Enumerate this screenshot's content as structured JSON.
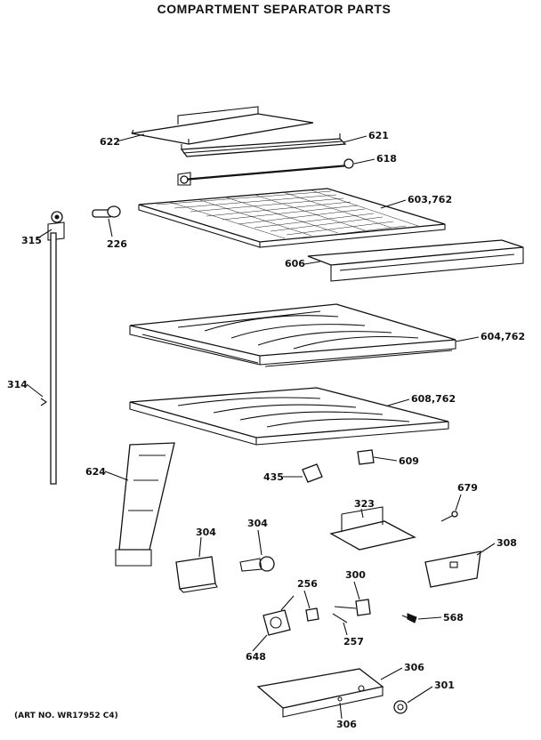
{
  "title": "COMPARTMENT SEPARATOR PARTS",
  "art_number": "(ART NO. WR17952 C4)",
  "labels": {
    "p622": "622",
    "p621": "621",
    "p618": "618",
    "p603": "603,762",
    "p315": "315",
    "p226": "226",
    "p606": "606",
    "p604": "604,762",
    "p314": "314",
    "p608": "608,762",
    "p624": "624",
    "p435": "435",
    "p609": "609",
    "p679": "679",
    "p323": "323",
    "p304a": "304",
    "p304b": "304",
    "p308": "308",
    "p300": "300",
    "p256": "256",
    "p568": "568",
    "p257": "257",
    "p648": "648",
    "p306a": "306",
    "p301": "301",
    "p306b": "306"
  }
}
